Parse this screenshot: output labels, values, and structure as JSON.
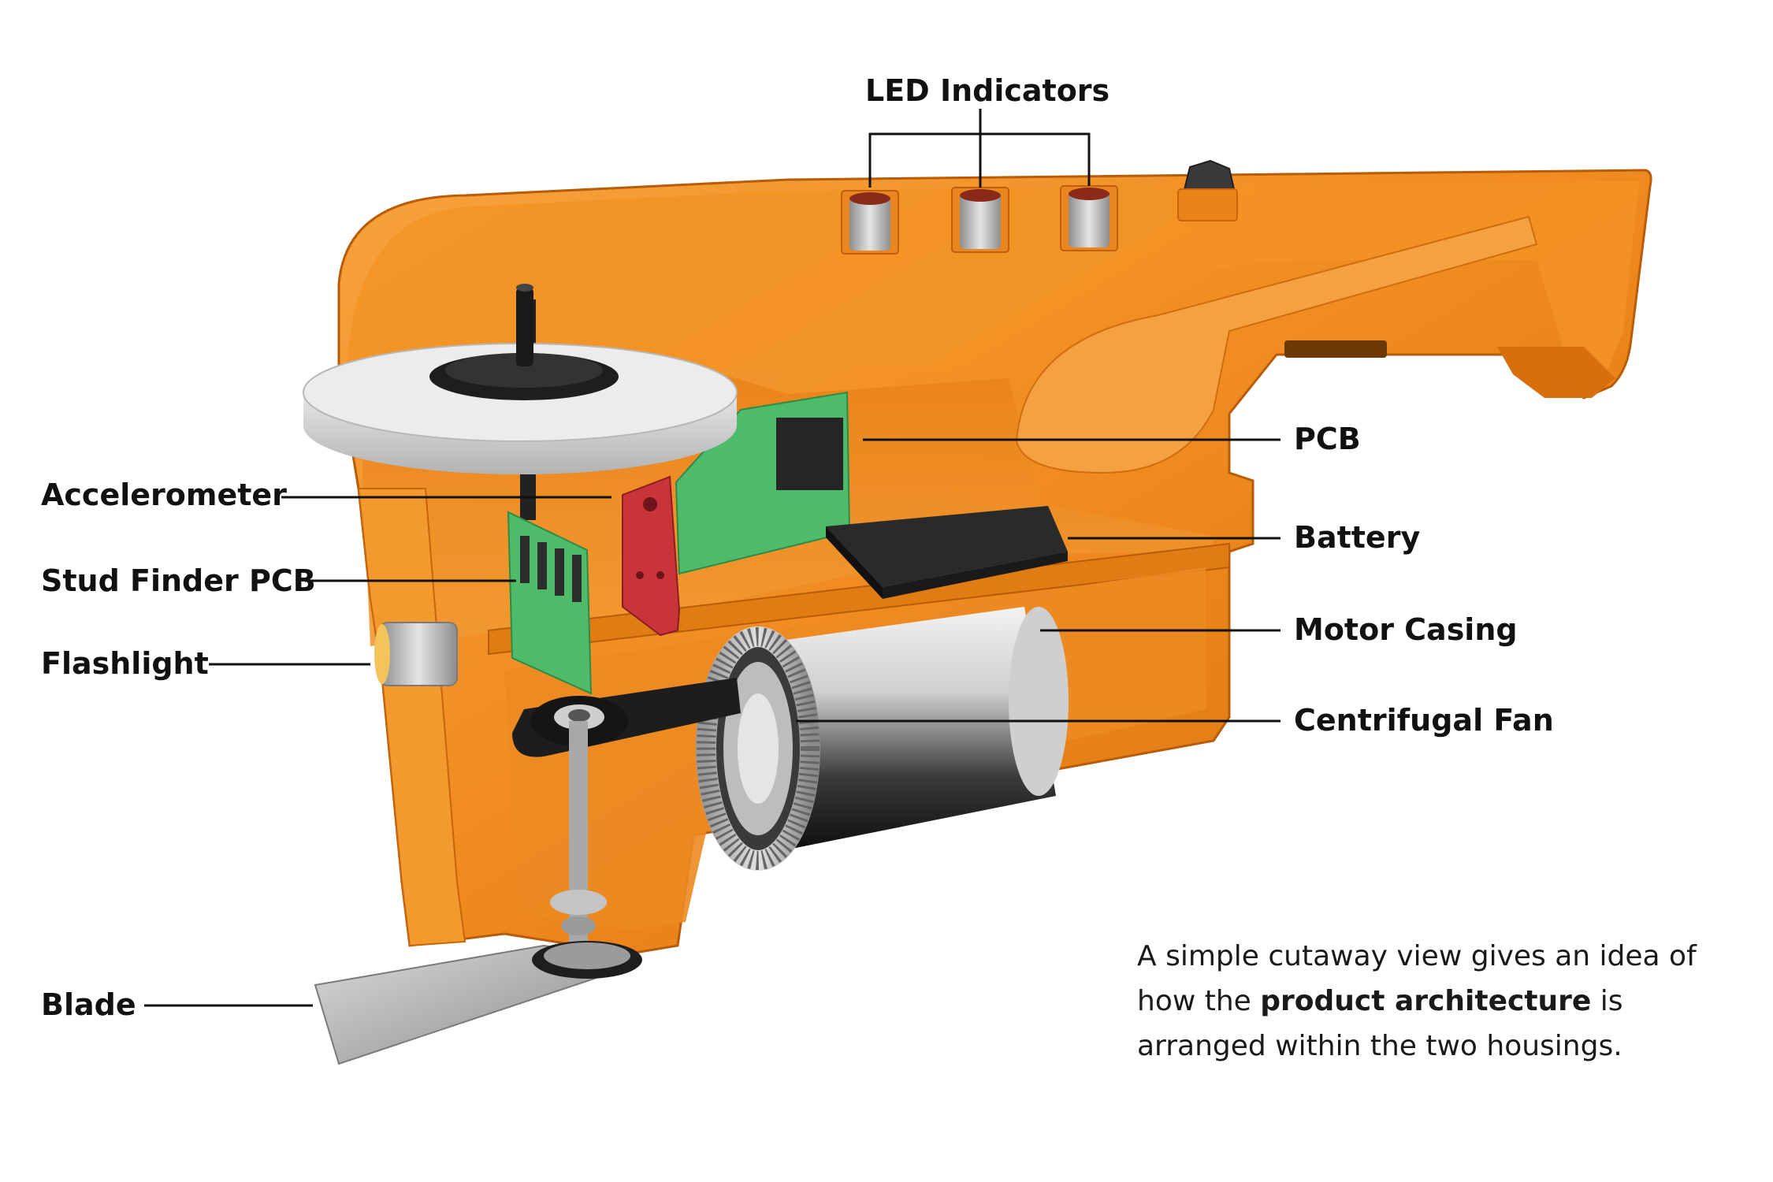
{
  "labels": {
    "led_indicators": "LED Indicators",
    "pcb": "PCB",
    "accelerometer": "Accelerometer",
    "battery": "Battery",
    "stud_finder_pcb": "Stud Finder PCB",
    "motor_casing": "Motor Casing",
    "flashlight": "Flashlight",
    "centrifugal_fan": "Centrifugal Fan",
    "blade": "Blade"
  },
  "caption": {
    "part1": "A simple cutaway view gives an idea of how the ",
    "bold": "product architecture",
    "part2": " is arranged within the two housings."
  },
  "colors": {
    "housing_orange": "#f08a1c",
    "housing_dark": "#c8650a",
    "pcb_green": "#4dbb6a",
    "accelerometer_red": "#c8343a",
    "metal": "#b9b9b9",
    "black": "#1b1b1b",
    "leader_line": "#111111"
  }
}
